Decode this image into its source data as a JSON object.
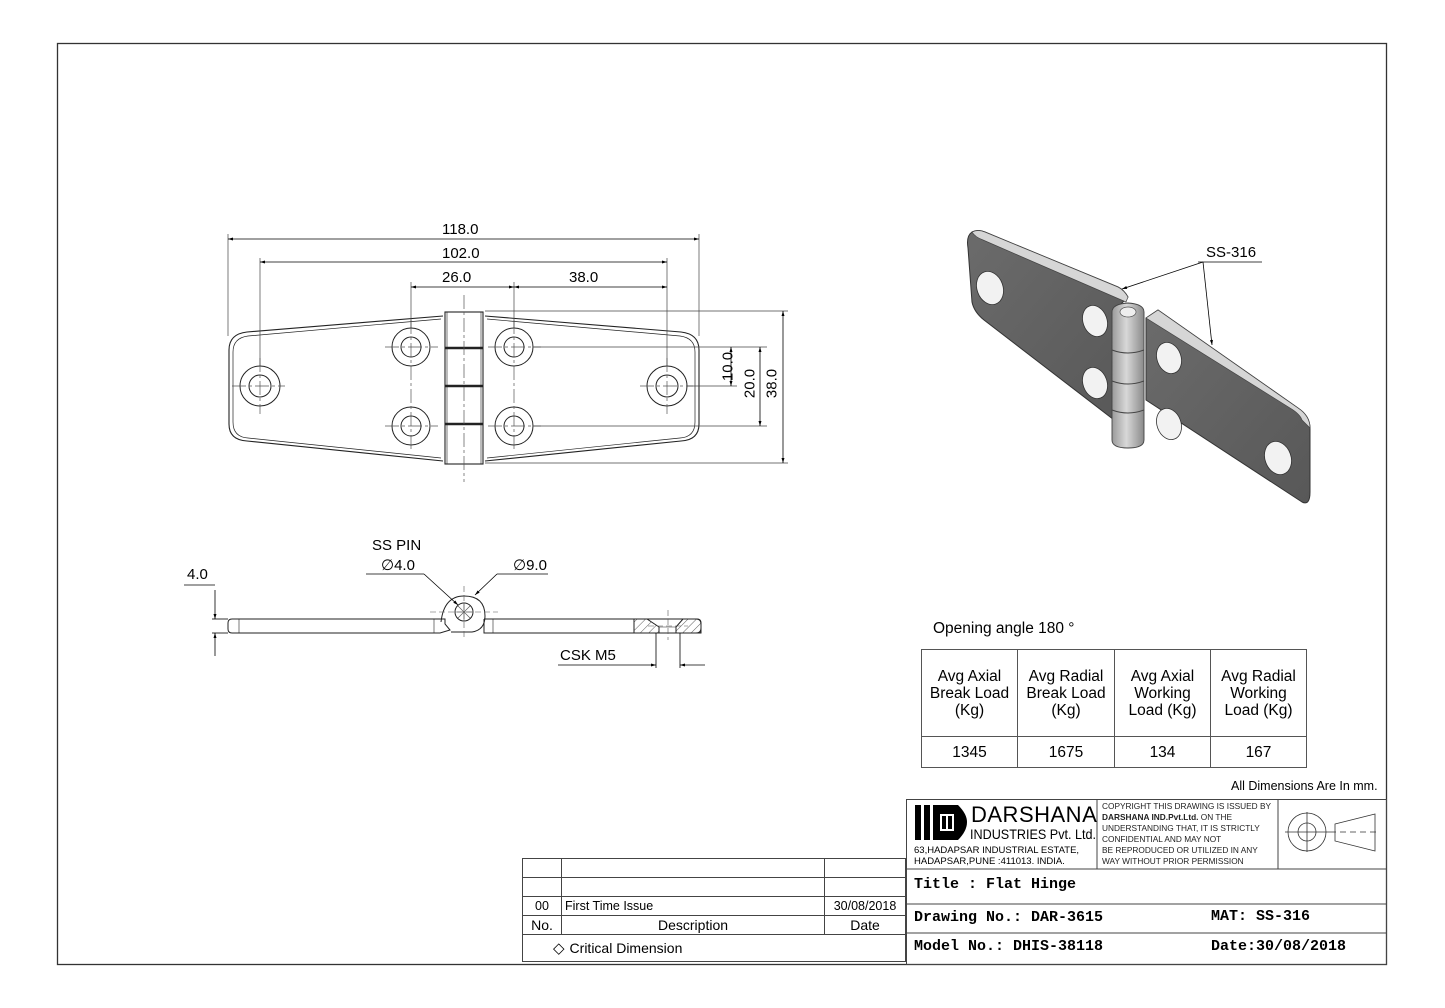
{
  "front_view": {
    "dimensions": {
      "overall_length": "118.0",
      "outer_hole_spacing": "102.0",
      "inner_hole_spacing": "26.0",
      "inner_to_outer_hole": "38.0",
      "hole_offset_half": "10.0",
      "hole_pitch": "20.0",
      "overall_width": "38.0"
    }
  },
  "side_view": {
    "thickness": "4.0",
    "pin_label": "SS PIN",
    "pin_diameter": "∅4.0",
    "knuckle_diameter": "∅9.0",
    "countersink": "CSK M5"
  },
  "iso_view": {
    "material_callout": "SS-316"
  },
  "specs": {
    "opening_angle": "Opening angle 180 °",
    "load_table": {
      "headers": [
        [
          "Avg Axial",
          "Break Load",
          "(Kg)"
        ],
        [
          "Avg Radial",
          "Break Load",
          "(Kg)"
        ],
        [
          "Avg Axial",
          "Working",
          "Load (Kg)"
        ],
        [
          "Avg Radial",
          "Working",
          "Load (Kg)"
        ]
      ],
      "values": [
        "1345",
        "1675",
        "134",
        "167"
      ]
    },
    "units_note": "All Dimensions Are In mm."
  },
  "revision_table": {
    "rows": [
      {
        "no": "",
        "description": "",
        "date": ""
      },
      {
        "no": "",
        "description": "",
        "date": ""
      },
      {
        "no": "00",
        "description": "First Time Issue",
        "date": "30/08/2018"
      }
    ],
    "header": {
      "no": "No.",
      "description": "Description",
      "date": "Date"
    },
    "legend": "Critical Dimension"
  },
  "title_block": {
    "company_name": "DARSHANA",
    "company_sub": "INDUSTRIES Pvt. Ltd.",
    "address_line1": "63,HADAPSAR INDUSTRIAL ESTATE,",
    "address_line2": "HADAPSAR,PUNE :411013. INDIA.",
    "copyright_line1": "COPYRIGHT THIS DRAWING IS ISSUED BY",
    "copyright_company": "DARSHANA IND.Pvt.Ltd.",
    "copyright_line2_rest": " ON THE",
    "copyright_line3": "UNDERSTANDING THAT, IT IS STRICTLY",
    "copyright_line4": "CONFIDENTIAL AND MAY NOT",
    "copyright_line5": "BE REPRODUCED OR UTILIZED IN ANY",
    "copyright_line6": "WAY WITHOUT PRIOR PERMISSION",
    "title": "Title : Flat Hinge",
    "drawing_no": "Drawing No.: DAR-3615",
    "material": "MAT: SS-316",
    "model_no": "Model No.: DHIS-38118",
    "date": "Date:30/08/2018"
  }
}
